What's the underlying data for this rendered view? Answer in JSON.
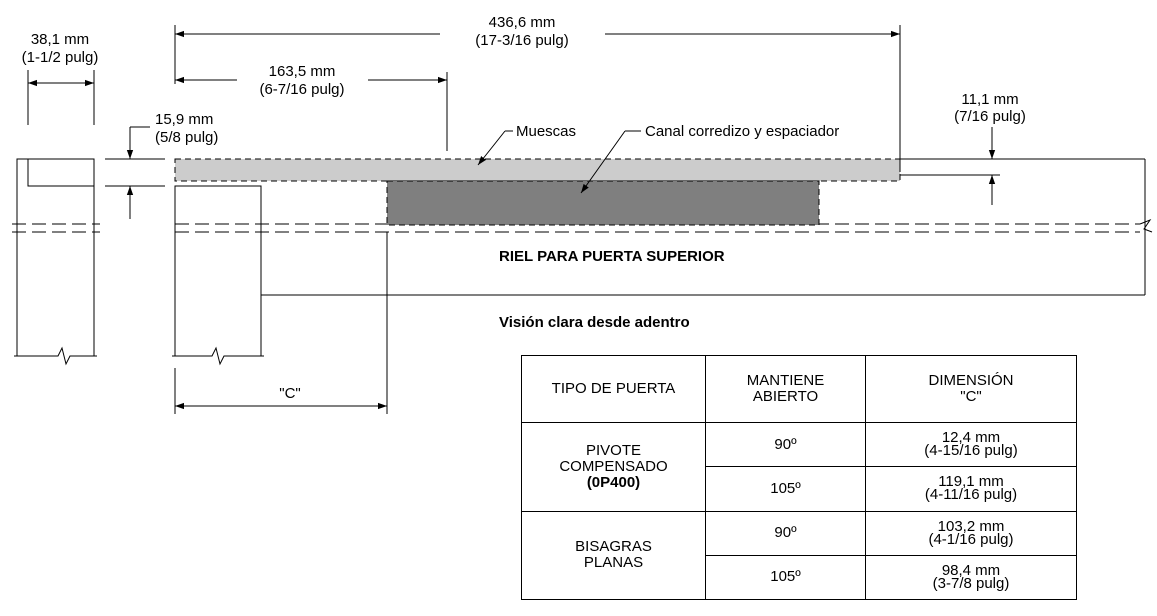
{
  "dimensions": {
    "overall": {
      "mm": "436,6 mm",
      "in": "(17-3/16 pulg)"
    },
    "notch_span": {
      "mm": "163,5 mm",
      "in": "(6-7/16 pulg)"
    },
    "jamb_width": {
      "mm": "38,1 mm",
      "in": "(1-1/2 pulg)"
    },
    "clearance": {
      "mm": "15,9 mm",
      "in": "(5/8 pulg)"
    },
    "channel_depth": {
      "mm": "11,1 mm",
      "in": "(7/16 pulg)"
    },
    "c_label": "\"C\""
  },
  "callouts": {
    "notches": "Muescas",
    "channel": "Canal corredizo y espaciador",
    "rail": "RIEL PARA PUERTA SUPERIOR",
    "view": "Visión clara desde adentro"
  },
  "table": {
    "headers": {
      "door_type": "TIPO DE PUERTA",
      "hold_open": [
        "MANTIENE",
        "ABIERTO"
      ],
      "dimension": [
        "DIMENSIÓN",
        "\"C\""
      ]
    },
    "groups": [
      {
        "type_lines": [
          "PIVOTE",
          "COMPENSADO"
        ],
        "type_code": "(0P400)",
        "rows": [
          {
            "angle": "90º",
            "mm": "12,4 mm",
            "in": "(4-15/16 pulg)"
          },
          {
            "angle": "105º",
            "mm": "119,1 mm",
            "in": "(4-11/16 pulg)"
          }
        ]
      },
      {
        "type_lines": [
          "BISAGRAS",
          "PLANAS"
        ],
        "rows": [
          {
            "angle": "90º",
            "mm": "103,2 mm",
            "in": "(4-1/16 pulg)"
          },
          {
            "angle": "105º",
            "mm": "98,4 mm",
            "in": "(3-7/8 pulg)"
          }
        ]
      }
    ]
  },
  "colors": {
    "notch_fill": "#cccccc",
    "channel_fill": "#7f7f7f",
    "line": "#000000"
  }
}
